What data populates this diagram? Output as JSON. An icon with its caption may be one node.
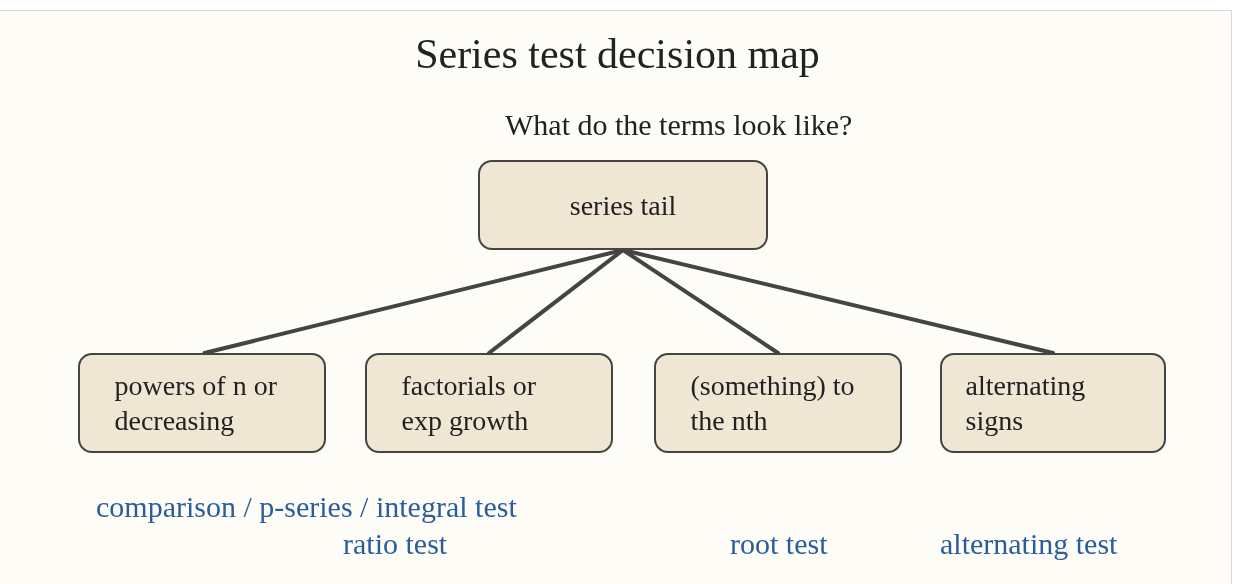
{
  "diagram": {
    "title": "Series test decision map",
    "nodes": [
      {
        "text": [
          "What do the terms look like?"
        ]
      },
      {
        "text": [
          "series tail"
        ]
      },
      {
        "text": [
          "powers of n or decreasing"
        ]
      },
      {
        "text": [
          "factorials or exp growth"
        ]
      },
      {
        "text": [
          "(something) to the nth"
        ]
      },
      {
        "text": [
          "alternating signs"
        ]
      }
    ],
    "edges": [
      {
        "from": 1,
        "to": 2,
        "arrow": "none"
      },
      {
        "from": 1,
        "to": 3,
        "arrow": "none"
      },
      {
        "from": 1,
        "to": 4,
        "arrow": "none"
      },
      {
        "from": 1,
        "to": 5,
        "arrow": "none"
      }
    ],
    "labels": [
      "comparison / p-series / integral test",
      "ratio test",
      "root test",
      "alternating test"
    ]
  }
}
